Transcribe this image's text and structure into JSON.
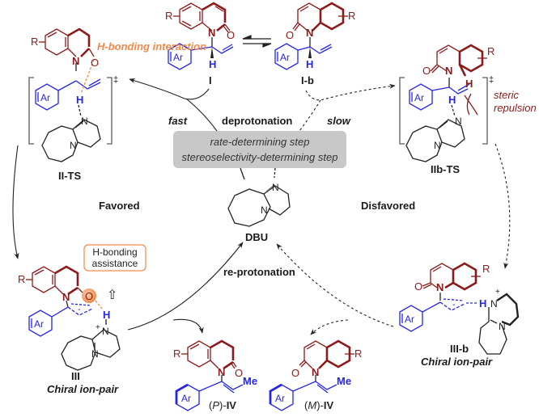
{
  "title": "DBU-catalyzed atroposelective isomerization mechanism",
  "colors": {
    "quinolinone": "#8b1a1a",
    "aryl_allyl": "#2626e6",
    "hbond_highlight": "#f08a4b",
    "rds_box": "#c8c8c8",
    "text": "#1a1a1a"
  },
  "compounds": {
    "I": {
      "label": "I",
      "atoms": {
        "R": "R",
        "N": "N",
        "O": "O",
        "Ar": "Ar",
        "H": "H"
      }
    },
    "Ib": {
      "label": "I-b",
      "atoms": {
        "R": "R",
        "N": "N",
        "O": "O",
        "Ar": "Ar",
        "H": "H"
      }
    },
    "IITS": {
      "label": "II-TS",
      "dagger": "‡",
      "annotation": "H-bonding interaction"
    },
    "IIbTS": {
      "label": "IIb-TS",
      "dagger": "‡",
      "annotation_line1": "steric",
      "annotation_line2": "repulsion"
    },
    "DBU": {
      "label": "DBU",
      "N": "N"
    },
    "III": {
      "label": "III",
      "subtitle": "Chiral ion-pair",
      "box_line1": "H-bonding",
      "box_line2": "assistance",
      "arrow": "⇧",
      "plus": "+",
      "minus": "-"
    },
    "IIIb": {
      "label": "III-b",
      "subtitle": "Chiral ion-pair",
      "plus": "+",
      "minus": "-"
    },
    "P_IV": {
      "label_prefix": "(",
      "label_stereo": "P",
      "label_mid": ")-",
      "label_bold": "IV",
      "me": "Me"
    },
    "M_IV": {
      "label_prefix": "(",
      "label_stereo": "M",
      "label_mid": ")-",
      "label_bold": "IV",
      "me": "Me"
    }
  },
  "steps": {
    "fast": "fast",
    "slow": "slow",
    "deprotonation": "deprotonation",
    "reprotonation": "re-protonation",
    "favored": "Favored",
    "disfavored": "Disfavored"
  },
  "rds_box": {
    "line1": "rate-determining step",
    "line2": "stereoselectivity-determining step"
  }
}
